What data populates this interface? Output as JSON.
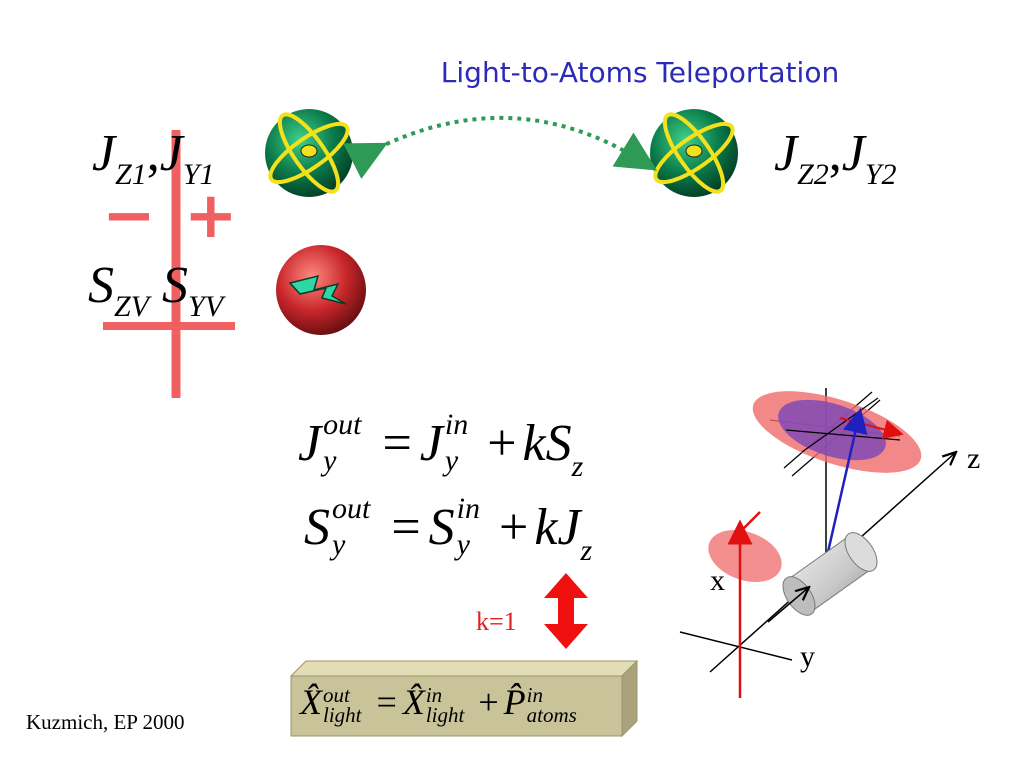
{
  "title": "Light-to-Atoms Teleportation",
  "credit": "Kuzmich, EP 2000",
  "k_label": "k=1",
  "colors": {
    "title": "#2b2bb8",
    "teleport_arrow": "#2e9a55",
    "sign_lines": "#f06060",
    "atom_sphere": "#0b7a4a",
    "orbit": "#f3e21b",
    "light_sphere": "#c8262a",
    "double_arrow": "#f01010",
    "box": "#c9c39a"
  },
  "labels": {
    "atoms1": {
      "j": "J",
      "z_sub": "Z1",
      "comma": ",",
      "j2": "J",
      "y_sub": "Y1"
    },
    "atoms2": {
      "j": "J",
      "z_sub": "Z2",
      "comma": ",",
      "j2": "J",
      "y_sub": "Y2"
    },
    "light": {
      "s": "S",
      "zv_sub": "ZV",
      "comma": ",",
      "s2": "S",
      "yv_sub": "YV"
    },
    "minus": "−",
    "plus": "+"
  },
  "equations": {
    "eq1": {
      "lhs": "J",
      "lhs_sup": "out",
      "lhs_sub": "y",
      "eq": "=",
      "rhs": "J",
      "rhs_sup": "in",
      "rhs_sub": "y",
      "plus": "+",
      "term": "kS",
      "term_sub": "z"
    },
    "eq2": {
      "lhs": "S",
      "lhs_sup": "out",
      "lhs_sub": "y",
      "eq": "=",
      "rhs": "S",
      "rhs_sup": "in",
      "rhs_sub": "y",
      "plus": "+",
      "term": "kJ",
      "term_sub": "z"
    },
    "box": {
      "lhs": "X̂",
      "lhs_sup": "out",
      "lhs_sub": "light",
      "eq": "=",
      "rhs": "X̂",
      "rhs_sup": "in",
      "rhs_sub": "light",
      "plus": "+",
      "term": "P̂",
      "term_sup": "in",
      "term_sub": "atoms"
    }
  },
  "axes": {
    "x": "x",
    "y": "y",
    "z": "z"
  },
  "icons": [
    "atom-sphere-icon",
    "light-pulse-icon",
    "cylinder-cell-icon",
    "double-arrow-icon"
  ]
}
